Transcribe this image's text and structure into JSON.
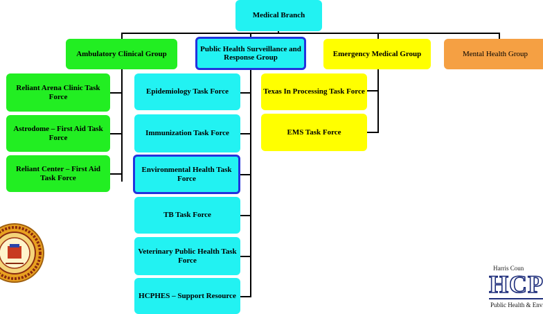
{
  "root": {
    "label": "Medical Branch"
  },
  "groups": {
    "ambulatory": "Ambulatory Clinical Group",
    "public_health": "Public Health Surveillance and Response Group",
    "emergency": "Emergency Medical Group",
    "mental_health": "Mental Health Group"
  },
  "ambulatory_task_forces": [
    "Reliant Arena Clinic Task Force",
    "Astrodome – First Aid Task Force",
    "Reliant Center – First Aid Task Force"
  ],
  "public_health_task_forces": [
    "Epidemiology Task Force",
    "Immunization Task Force",
    "Environmental Health Task Force",
    "TB Task Force",
    "Veterinary Public Health Task Force",
    "HCPHES – Support Resource"
  ],
  "emergency_task_forces": [
    "Texas In Processing Task Force",
    "EMS Task Force"
  ],
  "logo": {
    "top_line": "Harris Coun",
    "acronym": "HCPHE",
    "bottom_line": "Public Health & Environm"
  },
  "colors": {
    "ambulatory": "#22ee22",
    "public_health": "#22f2f2",
    "emergency": "#ffff00",
    "mental_health": "#f5a043",
    "highlight_border": "#2233dd"
  }
}
